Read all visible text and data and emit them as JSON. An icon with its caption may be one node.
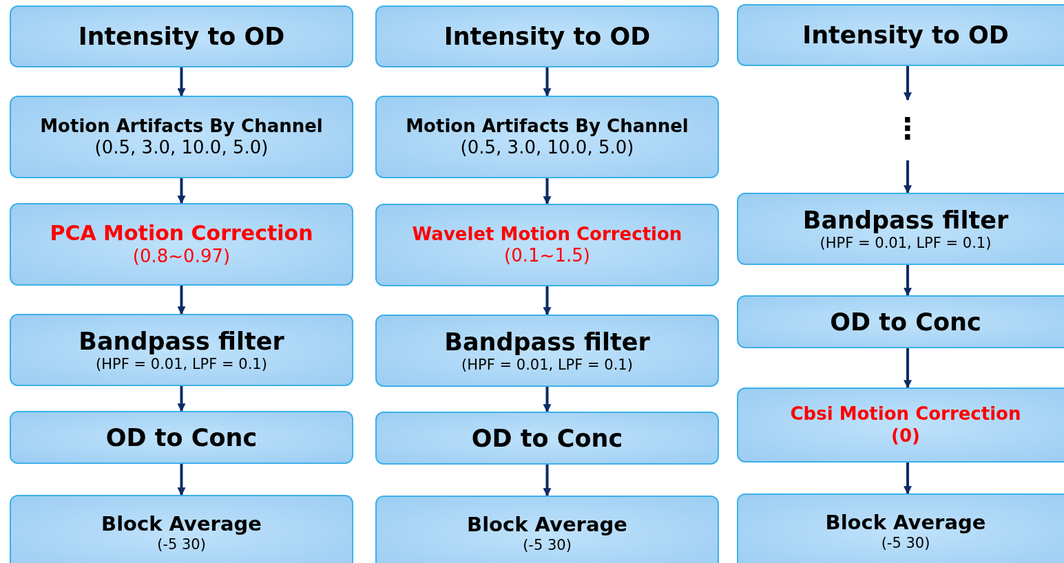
{
  "diagram": {
    "nodes": [
      {
        "text": [
          "Intensity to OD"
        ]
      },
      {
        "text": [
          "Motion Artifacts By Channel",
          "(0.5, 3.0, 10.0, 5.0)"
        ]
      },
      {
        "text": [
          "PCA Motion Correction",
          "(0.8~0.97)"
        ]
      },
      {
        "text": [
          "Bandpass filter",
          "(HPF = 0.01, LPF = 0.1)"
        ]
      },
      {
        "text": [
          "OD to Conc"
        ]
      },
      {
        "text": [
          "Block Average",
          "(-5 30)"
        ]
      },
      {
        "text": [
          "Intensity to OD"
        ]
      },
      {
        "text": [
          "Motion Artifacts By Channel",
          "(0.5, 3.0, 10.0, 5.0)"
        ]
      },
      {
        "text": [
          "Wavelet Motion Correction",
          "(0.1~1.5)"
        ]
      },
      {
        "text": [
          "Bandpass filter",
          "(HPF = 0.01, LPF = 0.1)"
        ]
      },
      {
        "text": [
          "OD to Conc"
        ]
      },
      {
        "text": [
          "Block Average",
          "(-5 30)"
        ]
      },
      {
        "text": [
          "Intensity to OD"
        ]
      },
      {
        "text": [
          "⋮"
        ]
      },
      {
        "text": [
          "Bandpass filter",
          "(HPF = 0.01, LPF = 0.1)"
        ]
      },
      {
        "text": [
          "OD to Conc"
        ]
      },
      {
        "text": [
          "Cbsi Motion Correction",
          "(0)"
        ]
      },
      {
        "text": [
          "Block Average",
          "(-5 30)"
        ]
      }
    ],
    "edges": [
      {
        "from": 0,
        "to": 1,
        "arrow": "to"
      },
      {
        "from": 1,
        "to": 2,
        "arrow": "to"
      },
      {
        "from": 2,
        "to": 3,
        "arrow": "to"
      },
      {
        "from": 3,
        "to": 4,
        "arrow": "to"
      },
      {
        "from": 4,
        "to": 5,
        "arrow": "to"
      },
      {
        "from": 6,
        "to": 7,
        "arrow": "to"
      },
      {
        "from": 7,
        "to": 8,
        "arrow": "to"
      },
      {
        "from": 8,
        "to": 9,
        "arrow": "to"
      },
      {
        "from": 9,
        "to": 10,
        "arrow": "to"
      },
      {
        "from": 10,
        "to": 11,
        "arrow": "to"
      },
      {
        "from": 12,
        "to": 13,
        "arrow": "to"
      },
      {
        "from": 13,
        "to": 14,
        "arrow": "to"
      },
      {
        "from": 14,
        "to": 15,
        "arrow": "to"
      },
      {
        "from": 15,
        "to": 16,
        "arrow": "to"
      },
      {
        "from": 16,
        "to": 17,
        "arrow": "to"
      }
    ]
  }
}
